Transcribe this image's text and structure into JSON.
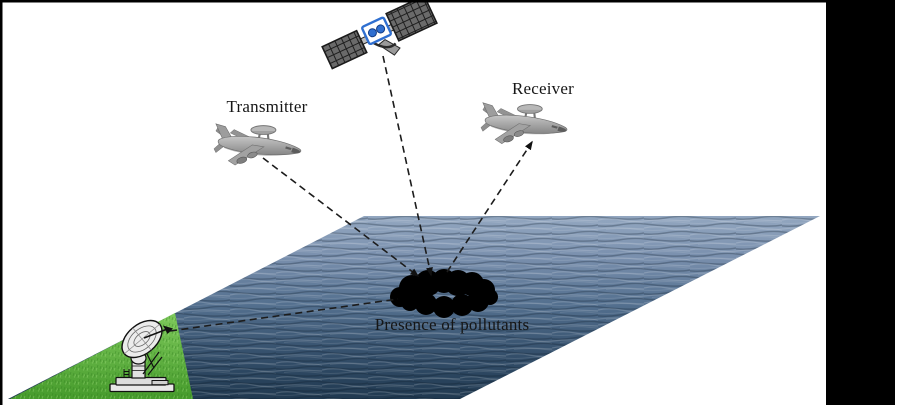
{
  "figure": {
    "labels": {
      "transmitter": "Transmitter",
      "receiver": "Receiver",
      "pollutants": "Presence of pollutants"
    },
    "icons": {
      "satellite": "satellite-icon",
      "transmitter_aircraft": "transmitter-aircraft-icon",
      "receiver_aircraft": "receiver-aircraft-icon",
      "ground_station": "ground-station-dish-icon",
      "pollutant": "pollutant-slick-blob"
    },
    "colors": {
      "sea_top": "#93a7c0",
      "sea_bottom": "#203950",
      "grass_light": "#7ec95b",
      "grass_dark": "#469b2c",
      "pollutant_black": "#000000",
      "signal_line": "#1c1c1c",
      "frame_bar": "#000000",
      "solar_panel": "#6a6a6a",
      "satellite_accent_blue": "#2f6fd0",
      "aircraft_gray": "#9a9a9a",
      "dish_gray": "#ececec"
    }
  }
}
